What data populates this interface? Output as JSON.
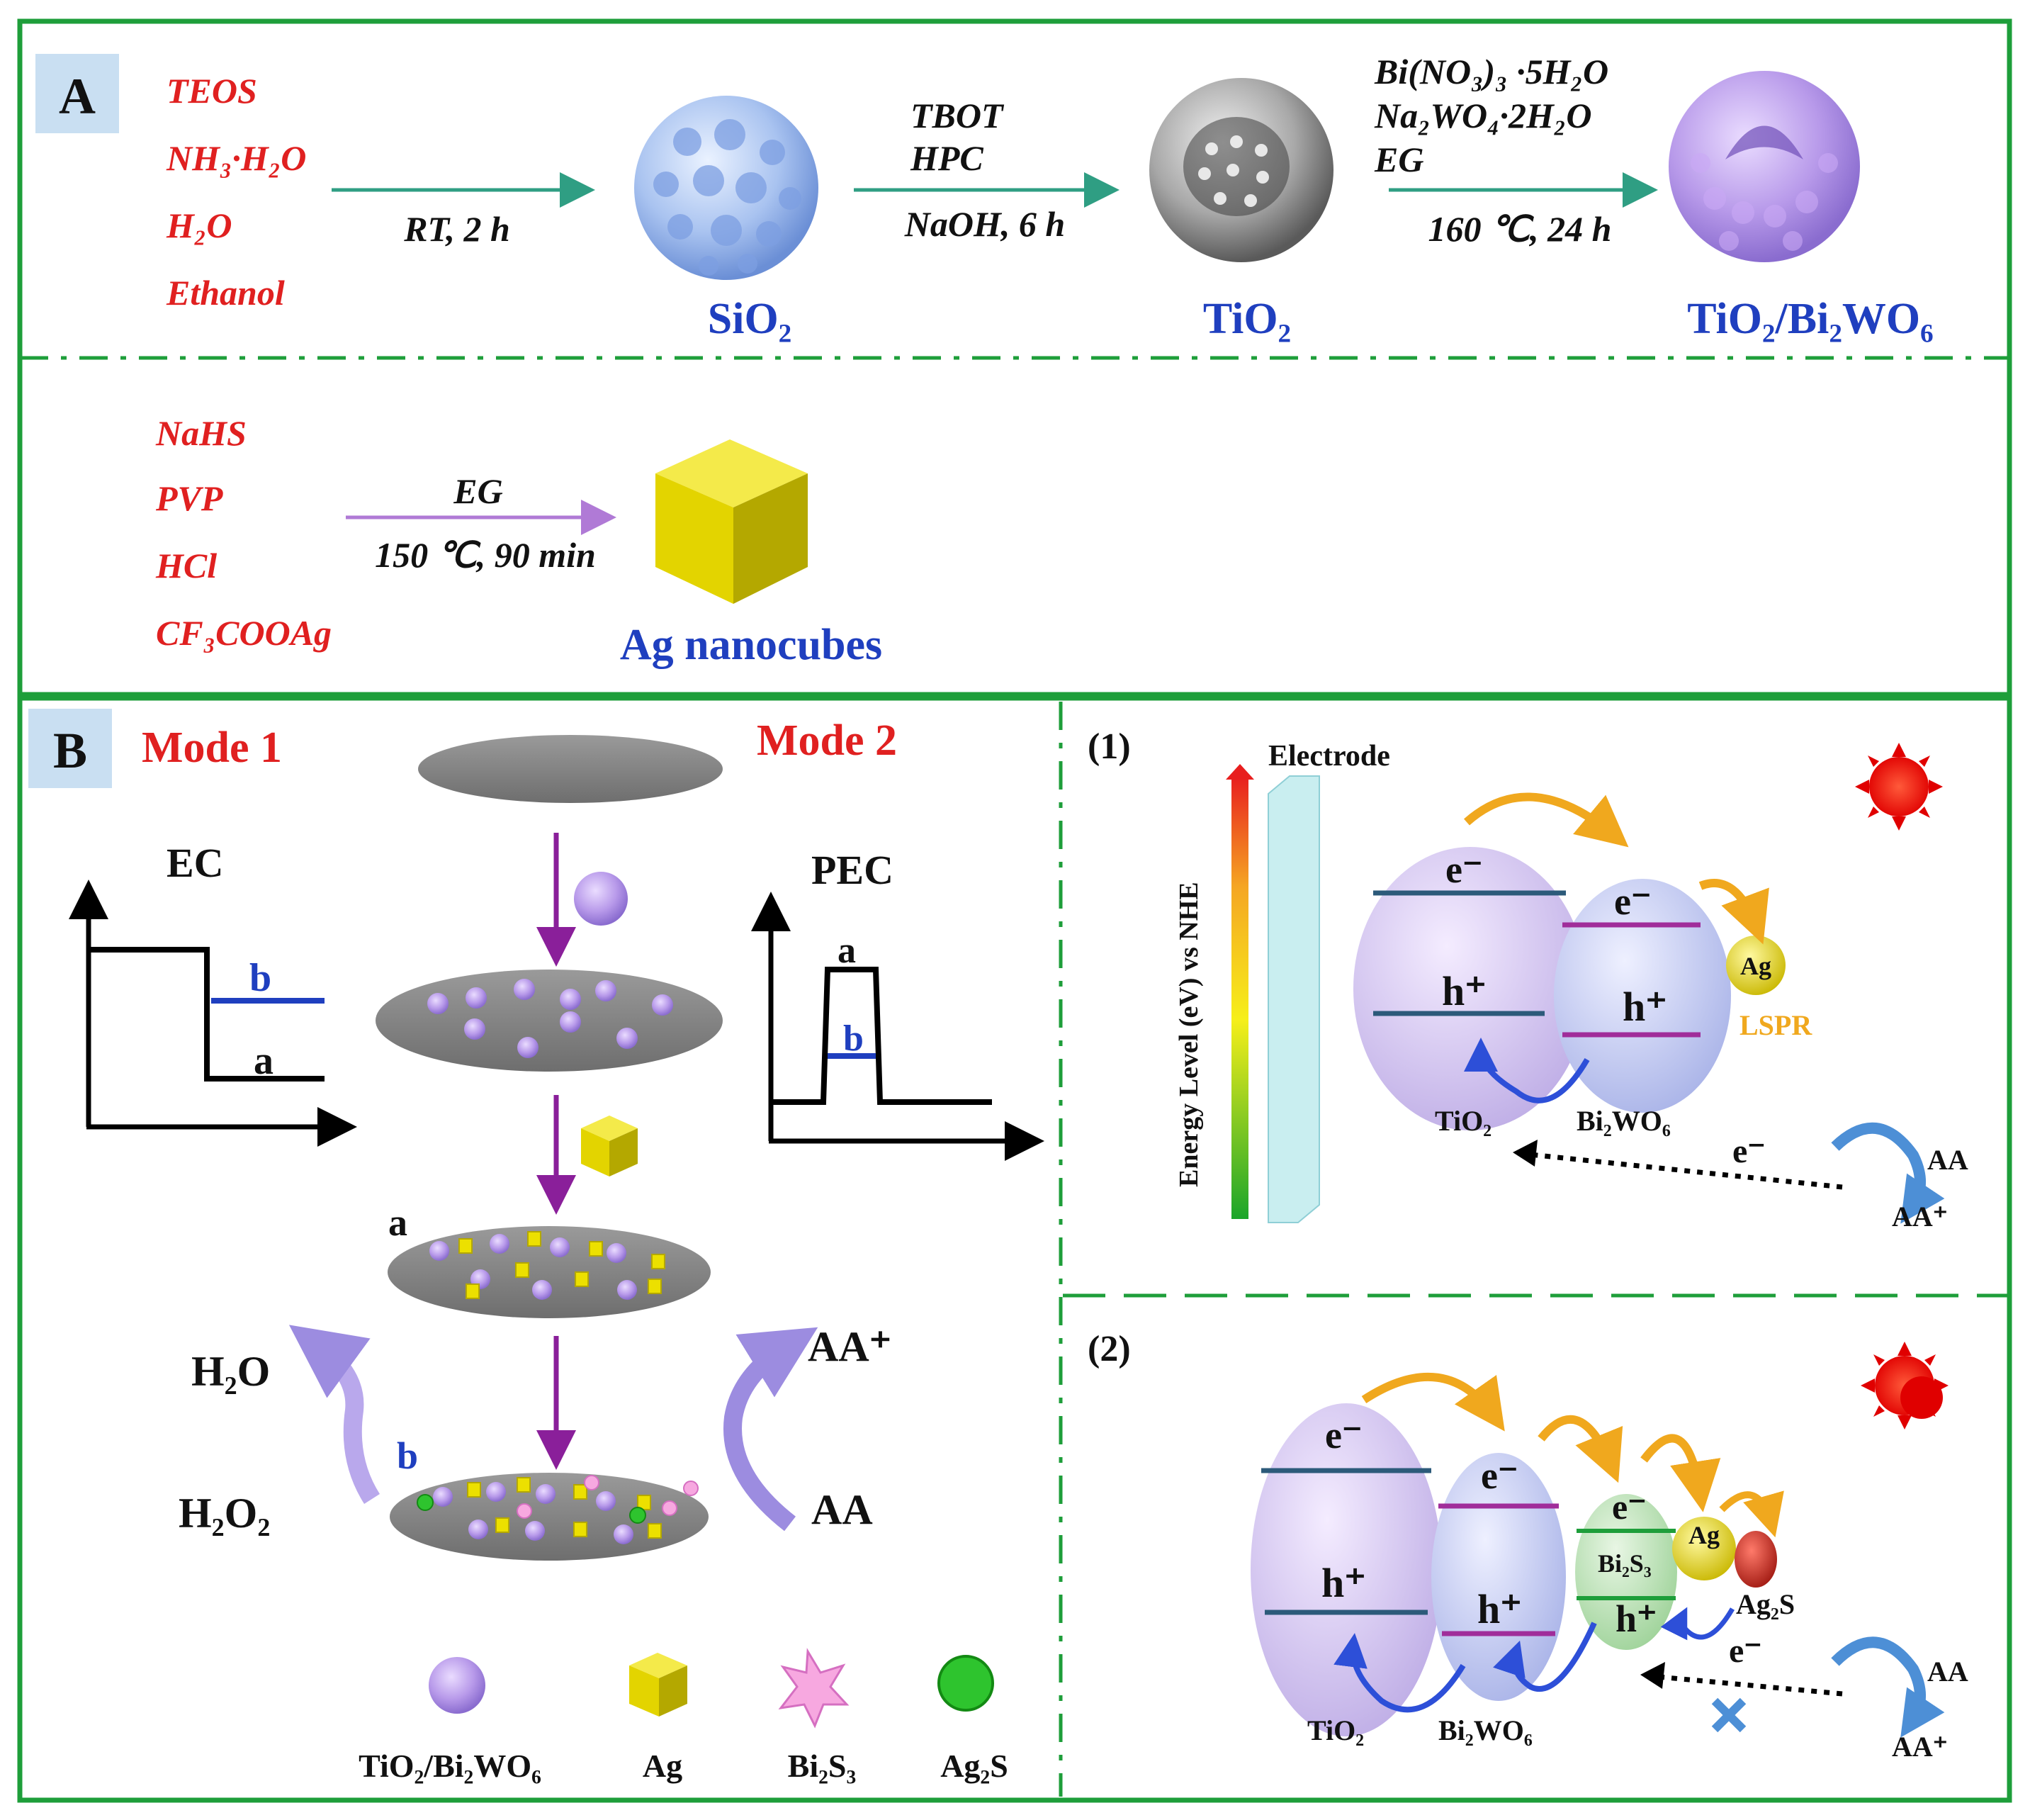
{
  "panel_a": {
    "badge": "A",
    "reagents_1": [
      "TEOS",
      "NH₃·H₂O",
      "H₂O",
      "Ethanol"
    ],
    "step1_conditions": "RT, 2 h",
    "product_1": "SiO₂",
    "step2_reagents": [
      "TBOT",
      "HPC"
    ],
    "step2_conditions": "NaOH, 6 h",
    "product_2": "TiO₂",
    "step3_reagents": [
      "Bi(NO₃)₃ ·5H₂O",
      "Na₂WO₄·2H₂O",
      "EG"
    ],
    "step3_conditions": "160 ℃, 24 h",
    "product_3": "TiO₂/Bi₂WO₆",
    "reagents_2": [
      "NaHS",
      "PVP",
      "HCl",
      "CF₃COOAg"
    ],
    "step4_top": "EG",
    "step4_conditions": "150 ℃, 90 min",
    "product_4": "Ag nanocubes"
  },
  "panel_b": {
    "badge": "B",
    "mode1": "Mode 1",
    "mode2": "Mode 2",
    "ec_label": "EC",
    "pec_label": "PEC",
    "curve_a": "a",
    "curve_b": "b",
    "stage_a": "a",
    "stage_b": "b",
    "left_product": "H₂O",
    "left_reactant": "H₂O₂",
    "right_product": "AA⁺",
    "right_reactant": "AA",
    "legend": [
      "TiO₂/Bi₂WO₆",
      "Ag",
      "Bi₂S₃",
      "Ag₂S"
    ]
  },
  "mech1": {
    "label": "(1)",
    "electrode": "Electrode",
    "axis": "Energy Level (eV) vs NHE",
    "e": "e⁻",
    "h": "h⁺",
    "ag": "Ag",
    "lspr": "LSPR",
    "tio2": "TiO₂",
    "bi2wo6": "Bi₂WO₆",
    "e_flow": "e⁻",
    "aa": "AA",
    "aa_plus": "AA⁺"
  },
  "mech2": {
    "label": "(2)",
    "e": "e⁻",
    "h": "h⁺",
    "bi2s3": "Bi₂S₃",
    "ag": "Ag",
    "ag2s": "Ag₂S",
    "tio2": "TiO₂",
    "bi2wo6": "Bi₂WO₆",
    "e_flow": "e⁻",
    "aa": "AA",
    "aa_plus": "AA⁺"
  },
  "colors": {
    "frame_green": "#1e9e3a",
    "reagent_red": "#e02020",
    "product_blue": "#1f3fbf",
    "curve_blue": "#1f3fbf",
    "purple_sphere": "#b89aea",
    "ag_yellow": "#f2e200",
    "arrow_purple": "#8a1f9a",
    "orange_arrow": "#f0a81e"
  }
}
